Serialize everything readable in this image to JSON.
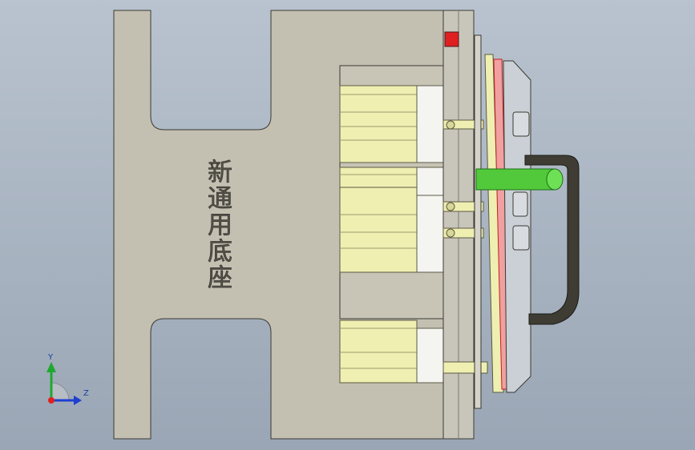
{
  "viewport": {
    "part_label": "新通用底座",
    "colors": {
      "background_top": "#b9c3cf",
      "background_bottom": "#9aa6b5",
      "base_plate": "#c3c0b1",
      "cylinder_yellow": "#efefb2",
      "handle_dark": "#3e3c33",
      "pin_green": "#52c93a",
      "accent_red": "#e02020"
    }
  },
  "triad": {
    "y_label": "Y",
    "z_label": "Z",
    "x_axis_icon": "red-dot-icon",
    "y_axis_icon": "green-arrow-icon",
    "z_axis_icon": "blue-arrow-icon"
  }
}
